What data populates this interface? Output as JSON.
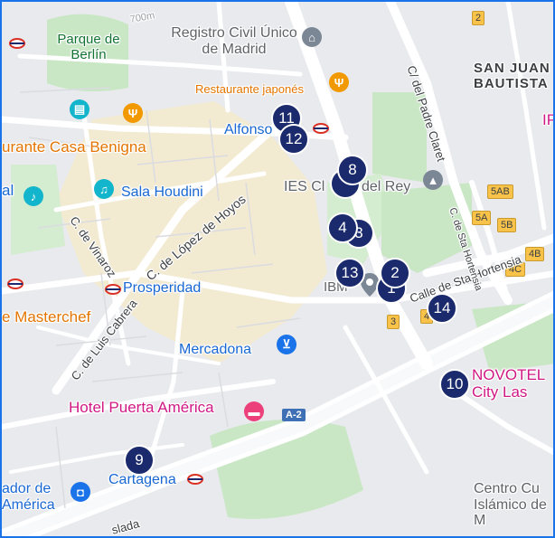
{
  "colors": {
    "marker_fill": "#1a2a6c",
    "road": "#ffffff",
    "park": "#c9e7c5",
    "dense_area": "#f3ead2",
    "metro": "#d93025",
    "poi_blue": "#1a73e8",
    "poi_orange": "#f29900",
    "poi_pink": "#d01884",
    "background": "#e8eaed"
  },
  "labels": {
    "parque_berlin": "Parque de Berlín",
    "registro_civil": "Registro Civil Único de Madrid",
    "restaurante_japones": "Restaurante japonés",
    "san_juan": "SAN JUAN BAUTISTA",
    "alfonso": "Alfonso",
    "casa_benigna": "urante Casa Benigna",
    "sala_houdini": "Sala Houdini",
    "ies_clara": "IES Cl",
    "del_rey": "del Rey",
    "padre_claret": "C/ del Padre Claret",
    "lopez_hoyos": "C. de López de Hoyos",
    "vinaroz": "C. de Vinaroz",
    "prosperidad": "Prosperidad",
    "masterchef": "e Masterchef",
    "luis_cabrera": "C. de Luis Cabrera",
    "ibm": "IBM",
    "sta_hortensia": "Calle de Sta Hortensia",
    "hortensia_v": "C. de Sta Hortensia",
    "mercadona": "Mercadona",
    "hotel_puerta_america": "Hotel Puerta América",
    "novotel": "NOVOTEL City Las",
    "cartagena": "Cartagena",
    "ador_america": "ador de América",
    "centro_cultural": "Centro Cu Islámico de M",
    "laslada": "slada",
    "street_700m": "700m",
    "al": "al",
    "ip": "IP"
  },
  "road_shields": {
    "a2": "A-2",
    "s2": "2",
    "s5ab": "5AB",
    "s5a": "5A",
    "s5b": "5B",
    "s4b": "4B",
    "s4c": "4C",
    "s3": "3",
    "s4": "4"
  },
  "markers": [
    {
      "id": "11",
      "label": "11"
    },
    {
      "id": "12",
      "label": "12"
    },
    {
      "id": "8",
      "label": "8"
    },
    {
      "id": "4",
      "label": "4"
    },
    {
      "id": "3",
      "label": "3"
    },
    {
      "id": "13",
      "label": "13"
    },
    {
      "id": "2",
      "label": "2"
    },
    {
      "id": "1",
      "label": "1"
    },
    {
      "id": "14",
      "label": "14"
    },
    {
      "id": "10",
      "label": "10"
    },
    {
      "id": "9",
      "label": "9"
    }
  ],
  "icons": {
    "registro_civil": "bank-icon",
    "restaurante_japones": "fork-knife-icon",
    "casa_benigna": "fork-knife-icon",
    "sala_houdini": "music-note-icon",
    "ies": "graduation-cap-icon",
    "ibm": "map-pin-icon",
    "mercadona": "shopping-cart-icon",
    "hotel": "bed-icon",
    "ador_america": "shopping-bag-icon",
    "cinema": "film-icon",
    "music_left": "music-note-icon",
    "metro": "metro-icon"
  }
}
